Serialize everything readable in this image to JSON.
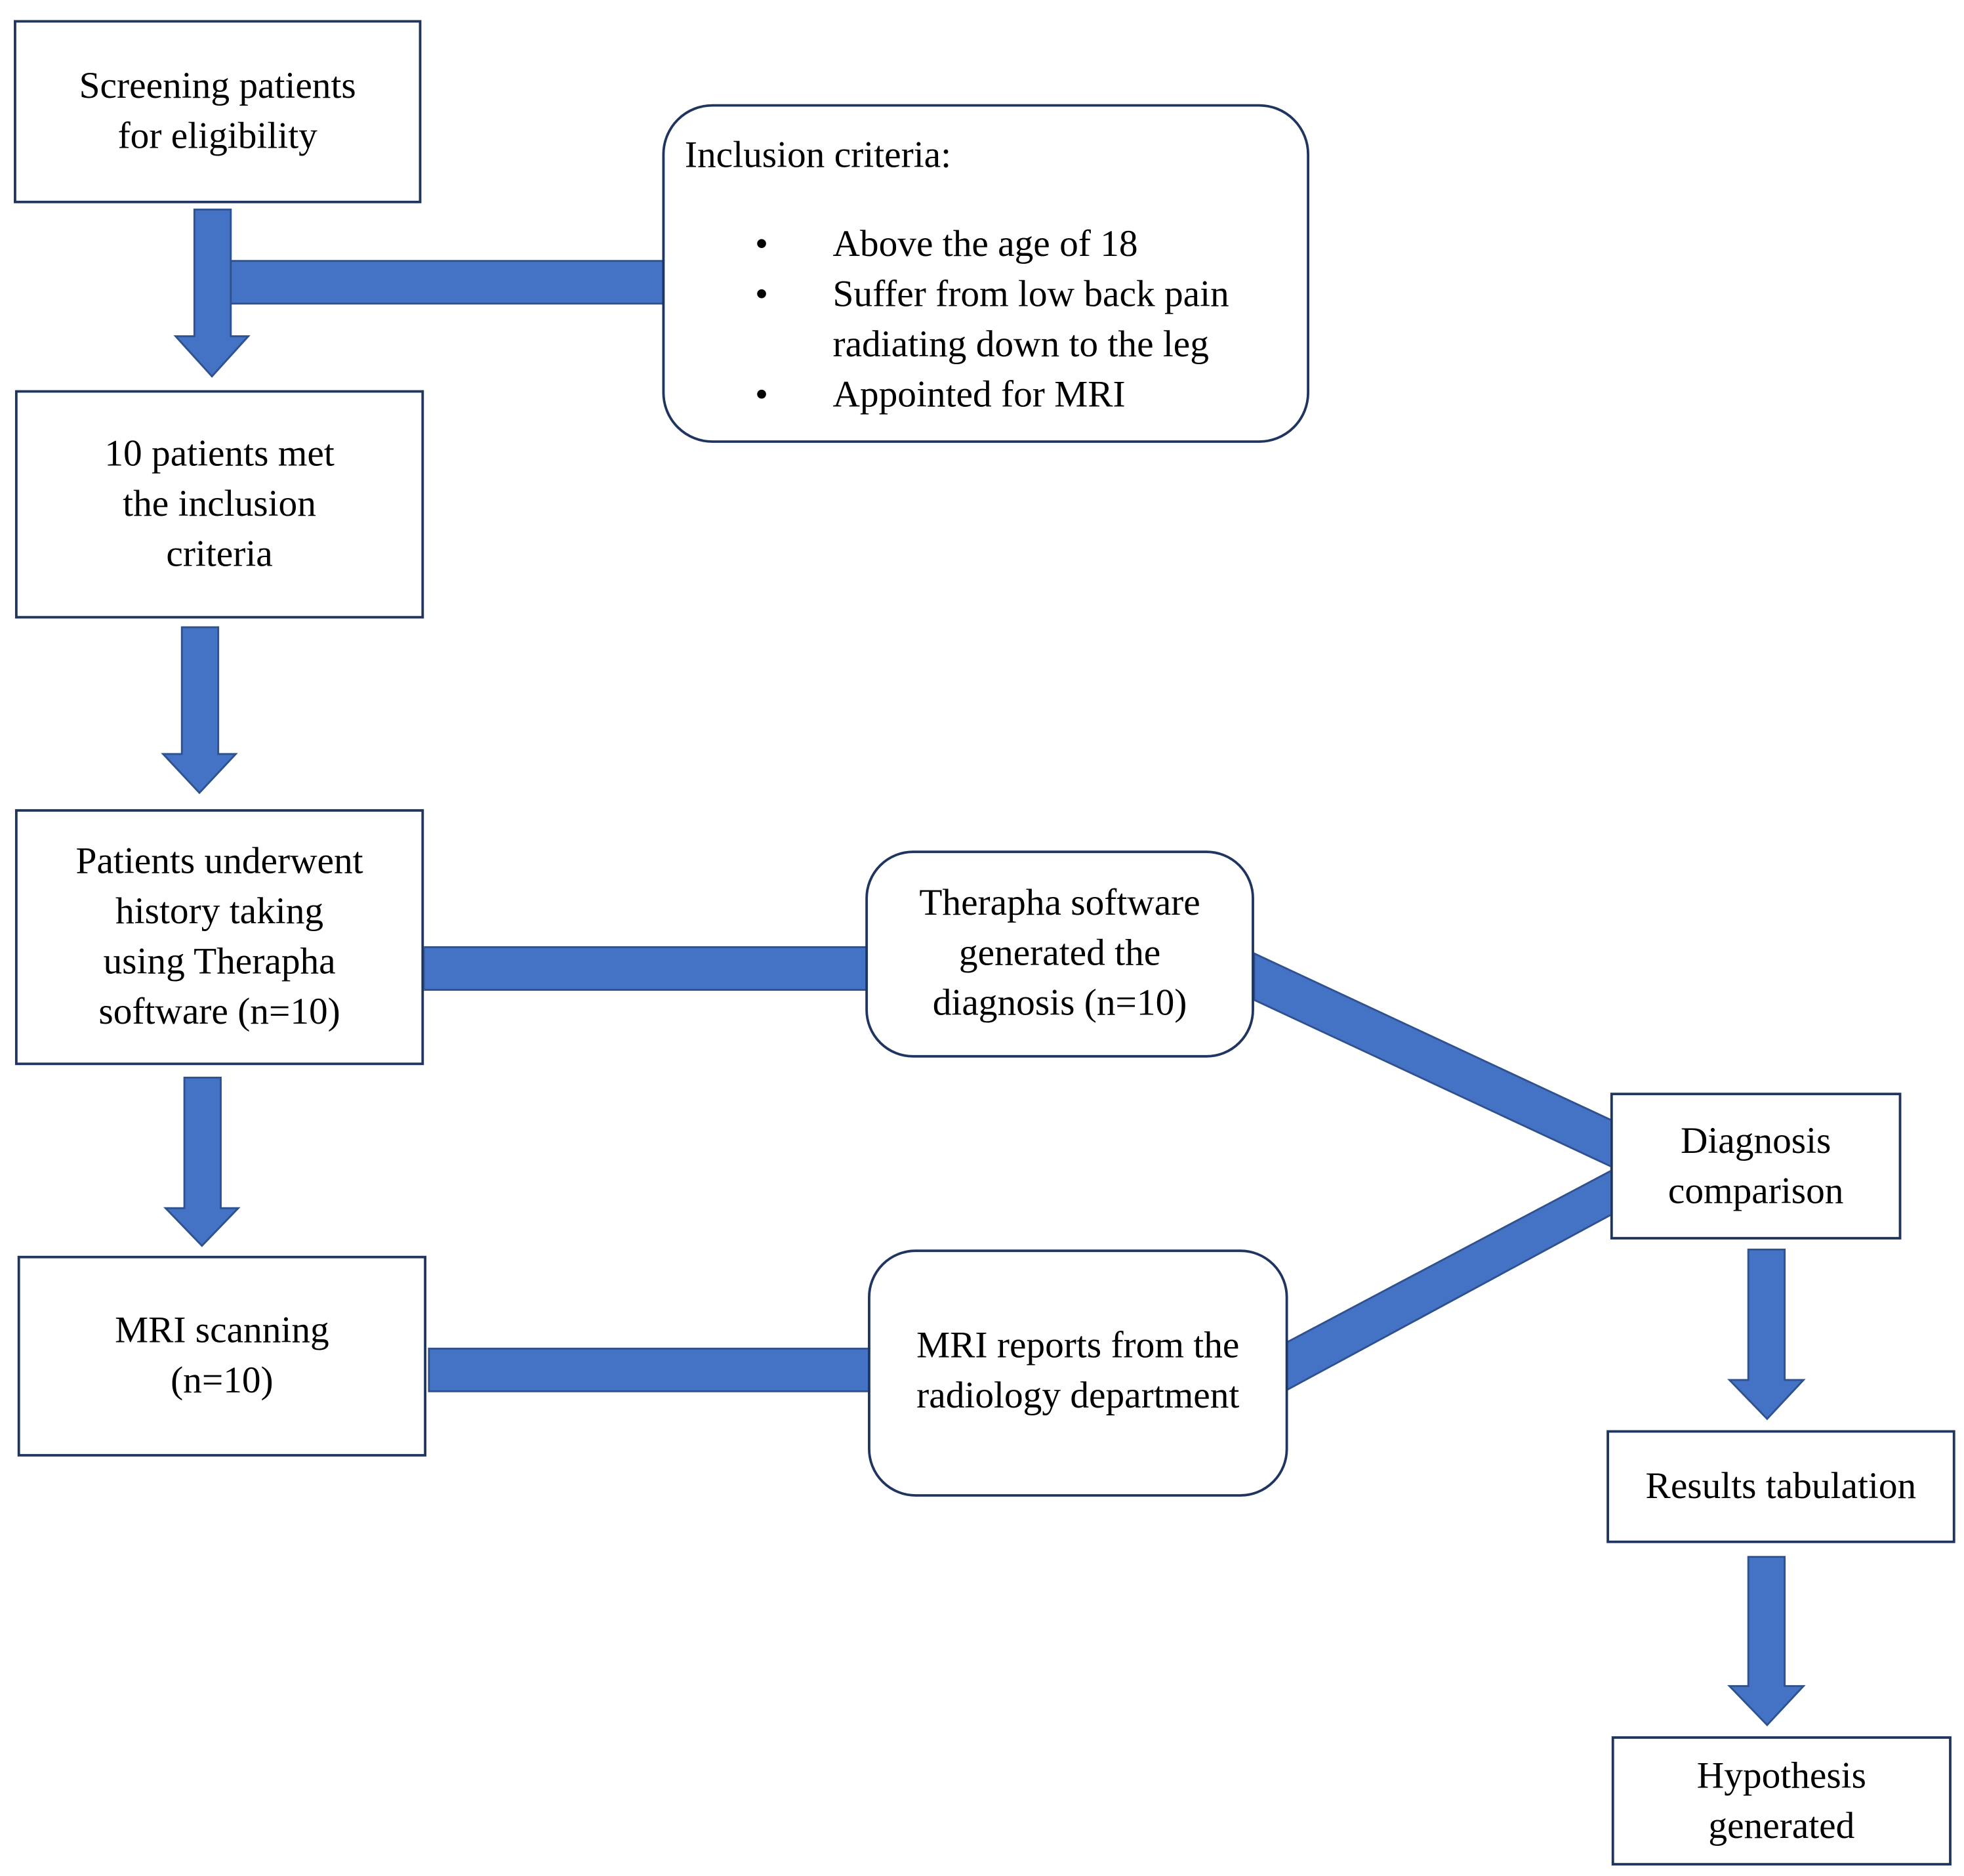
{
  "colors": {
    "connector": "#4472c4",
    "connector_outline": "#2f528f",
    "box_border": "#1f3560"
  },
  "nodes": {
    "screening": {
      "lines": [
        "Screening patients",
        "for eligibility"
      ]
    },
    "met_criteria": {
      "lines": [
        "10 patients met",
        "the inclusion",
        "criteria"
      ]
    },
    "history": {
      "lines": [
        "Patients underwent",
        "history taking",
        "using Therapha",
        "software (n=10)"
      ]
    },
    "mri_scanning": {
      "lines": [
        "MRI scanning",
        "(n=10)"
      ]
    },
    "therapha_diagnosis": {
      "lines": [
        "Therapha software",
        "generated the",
        "diagnosis (n=10)"
      ]
    },
    "mri_reports": {
      "lines": [
        "MRI reports from the",
        "radiology department"
      ]
    },
    "comparison": {
      "lines": [
        "Diagnosis",
        "comparison"
      ]
    },
    "results": {
      "lines": [
        "Results tabulation"
      ]
    },
    "hypothesis": {
      "lines": [
        "Hypothesis",
        "generated"
      ]
    }
  },
  "inclusion_criteria": {
    "title": "Inclusion criteria:",
    "bullet_symbol": "•",
    "items": [
      {
        "lines": [
          "Above the age of 18"
        ]
      },
      {
        "lines": [
          "Suffer from low back pain",
          "radiating down to the leg"
        ]
      },
      {
        "lines": [
          "Appointed for MRI"
        ]
      }
    ]
  }
}
